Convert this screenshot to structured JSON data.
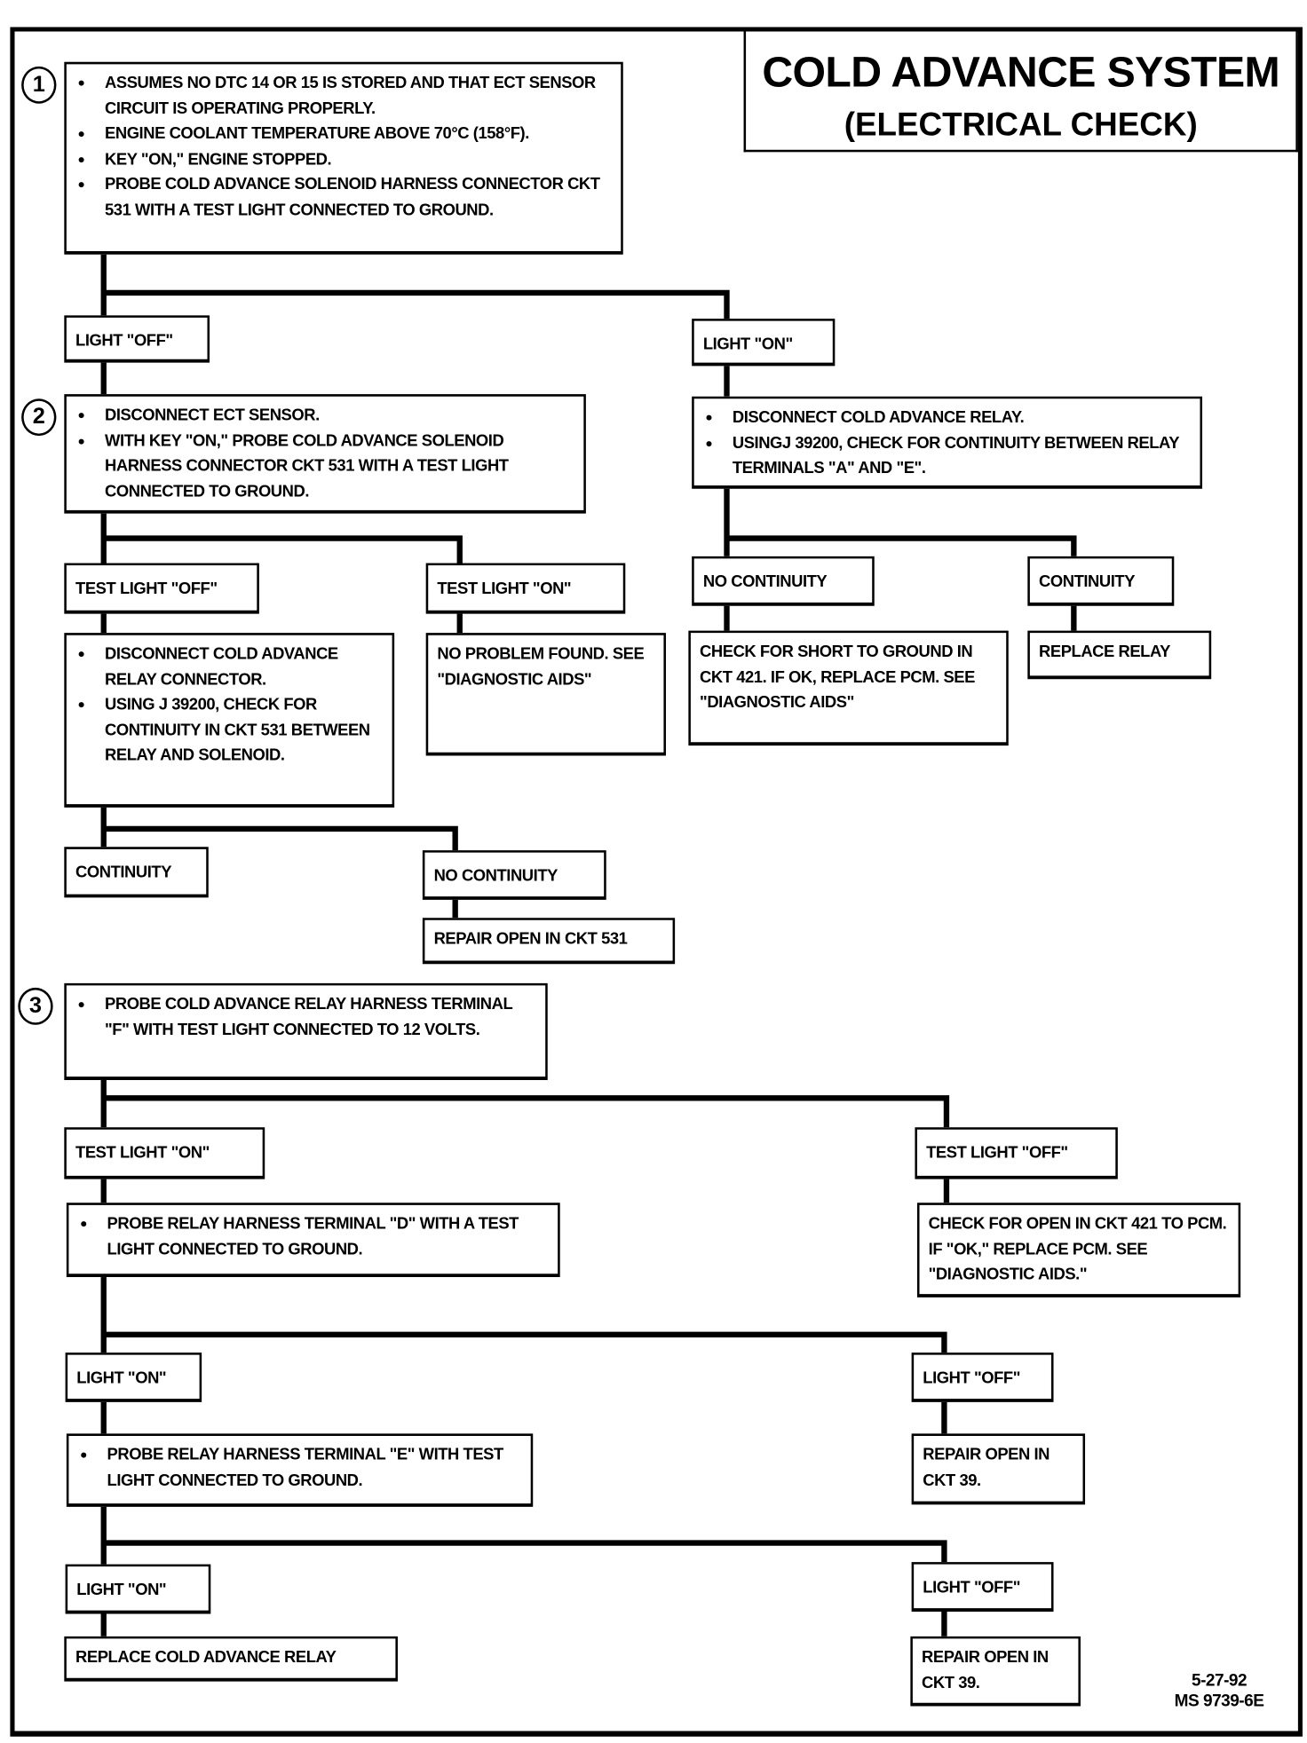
{
  "title": {
    "main": "COLD ADVANCE SYSTEM",
    "sub": "(ELECTRICAL CHECK)"
  },
  "steps": [
    "1",
    "2",
    "3"
  ],
  "box1": [
    "ASSUMES NO DTC 14 OR 15 IS STORED AND THAT ECT SENSOR CIRCUIT IS OPERATING PROPERLY.",
    "ENGINE COOLANT TEMPERATURE ABOVE 70°C (158°F).",
    "KEY \"ON,\" ENGINE  STOPPED.",
    "PROBE COLD ADVANCE SOLENOID HARNESS CONNECTOR CKT 531 WITH A TEST LIGHT CONNECTED TO GROUND."
  ],
  "b1_off": "LIGHT \"OFF\"",
  "b1_on": "LIGHT \"ON\"",
  "box2": [
    "DISCONNECT ECT SENSOR.",
    "WITH KEY \"ON,\" PROBE COLD ADVANCE SOLENOID HARNESS CONNECTOR CKT 531 WITH A TEST LIGHT CONNECTED TO GROUND."
  ],
  "box_relay": [
    "DISCONNECT COLD ADVANCE RELAY.",
    "USINGJ 39200, CHECK FOR CONTINUITY BETWEEN RELAY TERMINALS \"A\" AND \"E\"."
  ],
  "b2_off": "TEST LIGHT \"OFF\"",
  "b2_on": "TEST LIGHT \"ON\"",
  "relay_nocont": "NO CONTINUITY",
  "relay_cont": "CONTINUITY",
  "box_disconnect_relay": [
    "DISCONNECT COLD ADVANCE RELAY CONNECTOR.",
    "USING J 39200, CHECK FOR CONTINUITY IN CKT 531 BETWEEN RELAY AND SOLENOID."
  ],
  "no_problem": "NO PROBLEM FOUND. SEE \"DIAGNOSTIC AIDS\"",
  "check_short": "CHECK FOR SHORT TO GROUND IN CKT 421.  IF OK, REPLACE PCM.  SEE \"DIAGNOSTIC AIDS\"",
  "replace_relay": "REPLACE RELAY",
  "c531_cont": "CONTINUITY",
  "c531_nocont": "NO CONTINUITY",
  "repair_531": "REPAIR OPEN IN CKT 531",
  "box3": [
    "PROBE COLD ADVANCE RELAY HARNESS TERMINAL \"F\" WITH TEST LIGHT CONNECTED TO 12 VOLTS."
  ],
  "b3_on": "TEST LIGHT \"ON\"",
  "b3_off": "TEST LIGHT \"OFF\"",
  "box_probe_d": [
    "PROBE RELAY HARNESS TERMINAL \"D\" WITH A TEST LIGHT CONNECTED TO GROUND."
  ],
  "check_open_421": "CHECK FOR OPEN IN CKT 421 TO PCM.  IF \"OK,\" REPLACE PCM. SEE \"DIAGNOSTIC AIDS.\"",
  "d_on": "LIGHT \"ON\"",
  "d_off": "LIGHT \"OFF\"",
  "box_probe_e": [
    "PROBE RELAY HARNESS TERMINAL \"E\" WITH TEST LIGHT CONNECTED TO GROUND."
  ],
  "repair_39_a": "REPAIR OPEN IN CKT 39.",
  "e_on": "LIGHT \"ON\"",
  "e_off": "LIGHT \"OFF\"",
  "replace_cold_relay": "REPLACE COLD ADVANCE RELAY",
  "repair_39_b": "REPAIR OPEN IN CKT 39.",
  "footer": {
    "date": "5-27-92",
    "code": "MS 9739-6E"
  }
}
